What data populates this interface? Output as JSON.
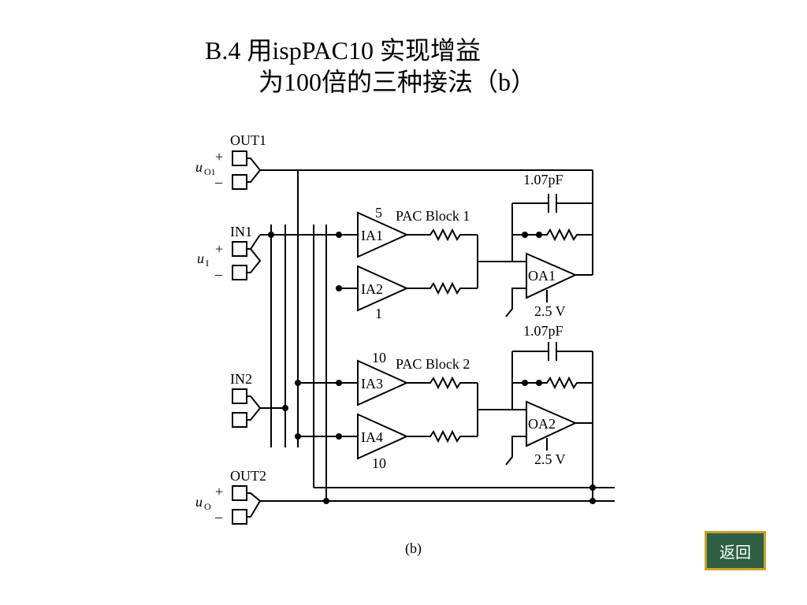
{
  "title": {
    "line1": "B.4  用ispPAC10 实现增益",
    "line2": "为100倍的三种接法（b）"
  },
  "ports": {
    "out1": "OUT1",
    "in1": "IN1",
    "in2": "IN2",
    "out2": "OUT2",
    "plus": "+",
    "minus": "–",
    "uo1_main": "u",
    "uo1_sub": "O1",
    "ui_main": "u",
    "ui_sub": "I",
    "uo_main": "u",
    "uo_sub": "O"
  },
  "blocks": {
    "block1": "PAC Block 1",
    "block2": "PAC Block 2",
    "ia1": "IA1",
    "ia2": "IA2",
    "ia3": "IA3",
    "ia4": "IA4",
    "oa1": "OA1",
    "oa2": "OA2",
    "gain_ia1": "5",
    "gain_ia2": "1",
    "gain_ia3": "10",
    "gain_ia4": "10",
    "cap1": "1.07pF",
    "cap2": "1.07pF",
    "vref1": "2.5 V",
    "vref2": "2.5 V"
  },
  "caption": "(b)",
  "back_button": "返回",
  "colors": {
    "button_bg": "#2f5f45",
    "button_border": "#c9a227"
  }
}
